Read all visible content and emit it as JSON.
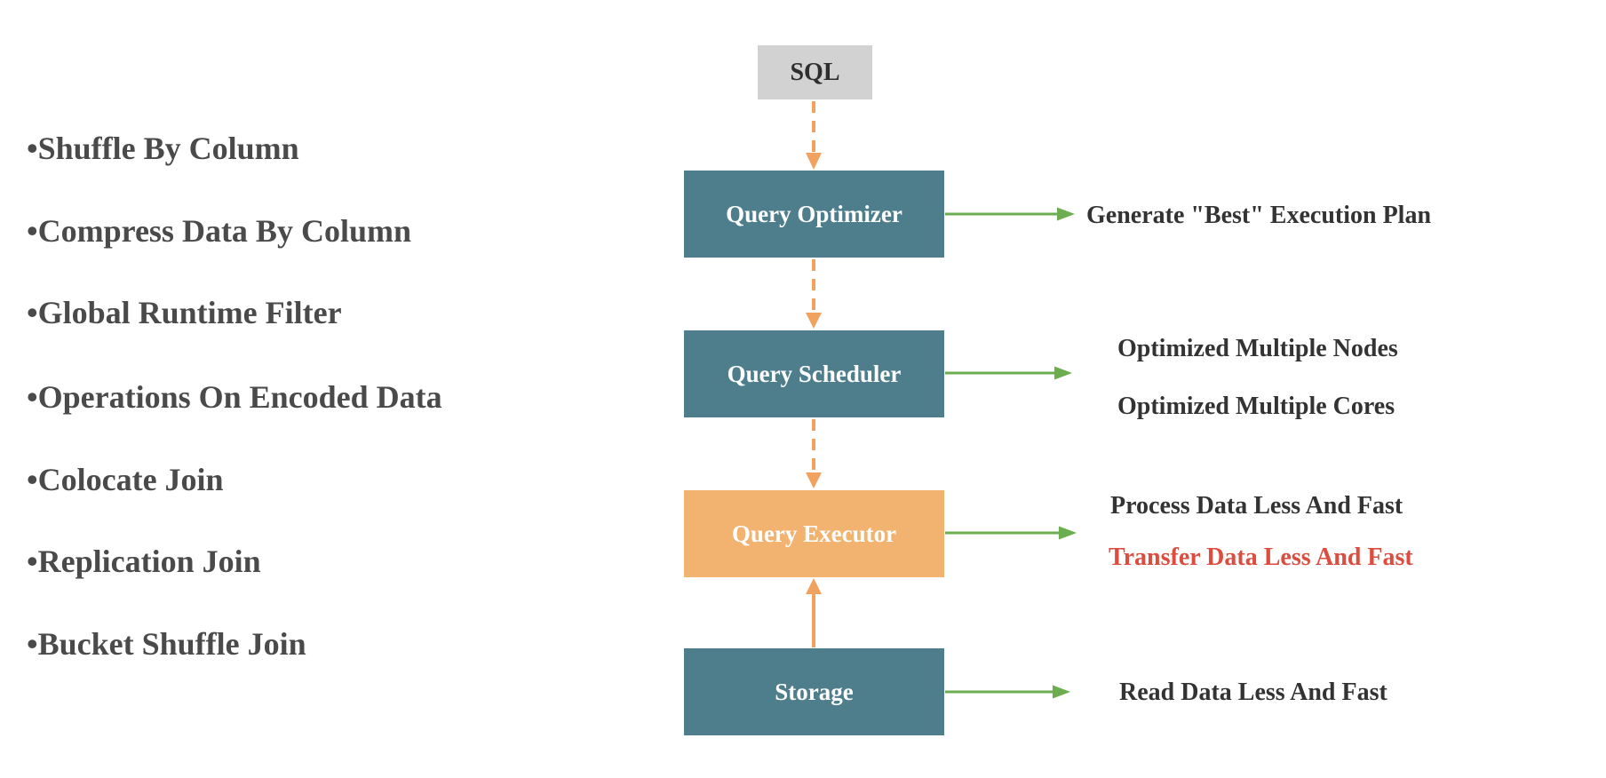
{
  "diagram": {
    "features": {
      "bullet": "•",
      "items": [
        "Shuffle By Column",
        "Compress Data By Column",
        "Global Runtime Filter",
        "Operations On Encoded Data",
        "Colocate Join",
        "Replication Join",
        "Bucket Shuffle Join"
      ]
    },
    "nodes": [
      {
        "label": "SQL"
      },
      {
        "label": "Query Optimizer"
      },
      {
        "label": "Query Scheduler"
      },
      {
        "label": "Query Executor"
      },
      {
        "label": "Storage"
      }
    ],
    "annotations": [
      {
        "text": "Generate \"Best\" Execution Plan"
      },
      {
        "text": "Optimized Multiple Nodes"
      },
      {
        "text": "Optimized Multiple Cores"
      },
      {
        "text": "Process Data Less And Fast"
      },
      {
        "text": "Transfer Data Less And Fast"
      },
      {
        "text": "Read Data Less And Fast"
      }
    ],
    "colors": {
      "node_teal": "#4e7e8c",
      "node_orange": "#f2b270",
      "node_gray": "#d2d2d2",
      "arrow_orange": "#f0a25e",
      "arrow_green": "#6bad4f",
      "list_text": "#4a4a4a",
      "annotation_text": "#333333",
      "annotation_red": "#dc4c3f"
    }
  }
}
